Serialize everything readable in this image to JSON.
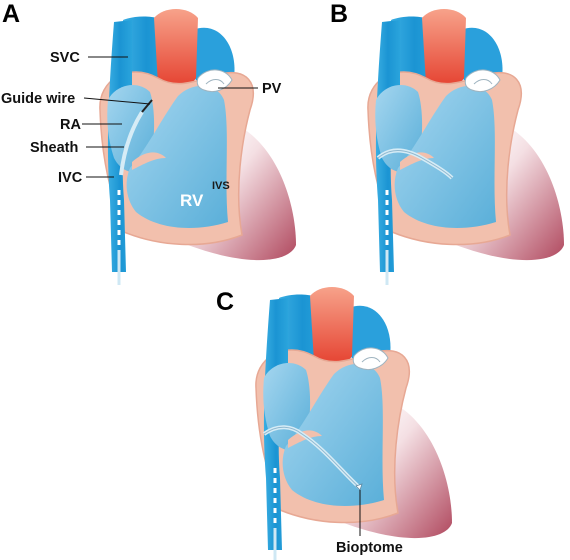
{
  "panels": [
    {
      "letter": "A"
    },
    {
      "letter": "B"
    },
    {
      "letter": "C"
    }
  ],
  "labels": {
    "svc": "SVC",
    "guide_wire": "Guide wire",
    "ra": "RA",
    "sheath": "Sheath",
    "ivc": "IVC",
    "pv": "PV",
    "ivs": "IVS",
    "rv": "RV",
    "bioptome": "Bioptome"
  },
  "colors": {
    "vessel_blue": "#1f9ad6",
    "chamber_blue": "#7cc1e4",
    "aorta_red": "#e8503a",
    "myocardium_pink": "#f2c0ad",
    "outer_shading": "#b0485e",
    "catheter": "#d6ecf6"
  }
}
